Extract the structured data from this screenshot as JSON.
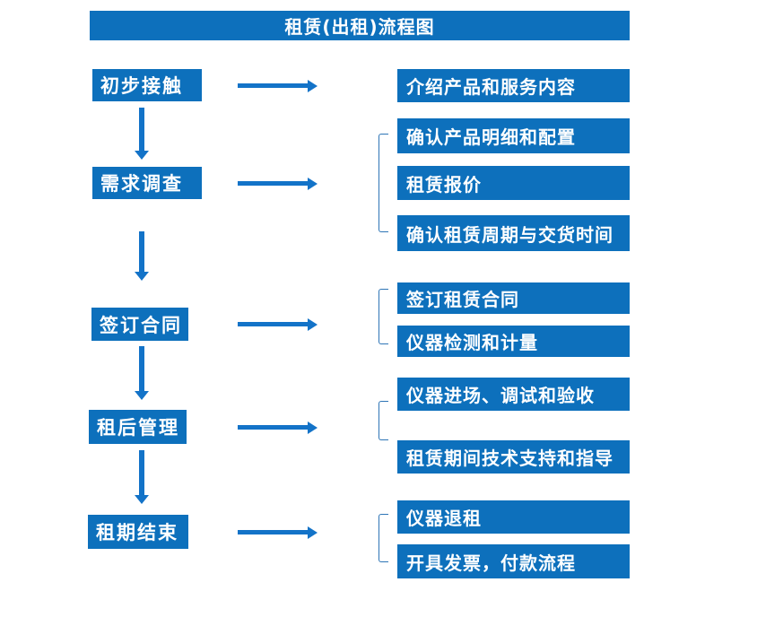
{
  "title": "租赁(出租)流程图",
  "colors": {
    "box_blue": "#0d70bc",
    "arrow_blue": "#1373c8",
    "bracket_blue": "#2e75b6",
    "text_white": "#ffffff",
    "background": "#ffffff"
  },
  "steps": [
    {
      "label": "初步接触",
      "details": [
        "介绍产品和服务内容"
      ]
    },
    {
      "label": "需求调查",
      "details": [
        "确认产品明细和配置",
        "租赁报价",
        "确认租赁周期与交货时间"
      ]
    },
    {
      "label": "签订合同",
      "details": [
        "签订租赁合同",
        "仪器检测和计量"
      ]
    },
    {
      "label": "租后管理",
      "details": [
        "仪器进场、调试和验收",
        "租赁期间技术支持和指导"
      ]
    },
    {
      "label": "租期结束",
      "details": [
        "仪器退租",
        "开具发票，付款流程"
      ]
    }
  ]
}
